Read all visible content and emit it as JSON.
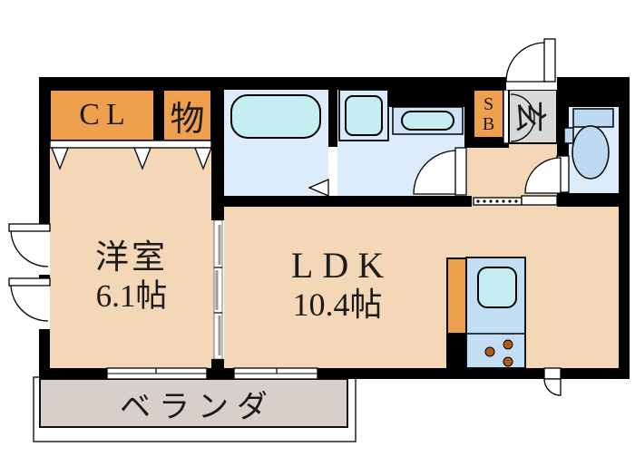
{
  "plan": {
    "closet": {
      "label": "CL"
    },
    "storage": {
      "label": "物"
    },
    "western_room": {
      "name": "洋室",
      "area": "6.1帖"
    },
    "ldk": {
      "name": "LDK",
      "area": "10.4帖"
    },
    "shoe_box": {
      "label": "S\nB"
    },
    "entrance": {
      "label": "玄"
    },
    "veranda": {
      "label": "ベランダ"
    }
  },
  "colors": {
    "wall": "#000000",
    "room_peach": "#f4d7b6",
    "closet_orange": "#efa04f",
    "wet_room_blue": "#dcecfa",
    "fixture_cyan": "#c5eef2",
    "kitchen_unit_blue": "#c2ddf4",
    "vanity_blue": "#cfe3f6",
    "toilet_blue": "#bed9f2",
    "entrance_gray": "#d8d8d8",
    "veranda_gray": "#d7cfc9",
    "burner_brown": "#b25b16",
    "door_white": "#ffffff",
    "text": "#1b1b1b"
  },
  "fixtures": {
    "bathtub": "bathtub",
    "washing_machine_pan": "washing-machine-pan",
    "vanity_basin": "vanity-basin",
    "kitchen_sink": "kitchen-sink",
    "stove": "stove-three-burners",
    "toilet": "toilet",
    "sliding_partition": "three-panel-sliding-door",
    "folding_closet_doors": "folding-door-markers"
  }
}
